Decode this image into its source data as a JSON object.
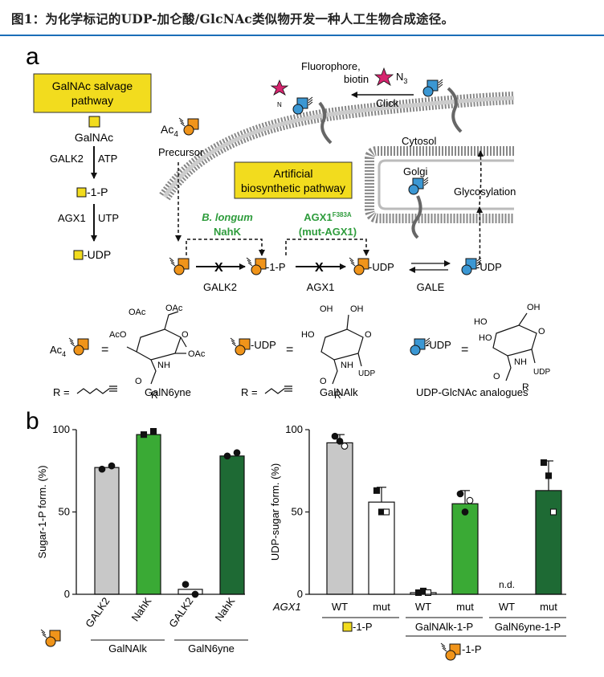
{
  "caption": "图1：为化学标记的UDP-加仑酸/GlcNAc类似物开发一种人工生物合成途径。",
  "panel_a": {
    "label": "a",
    "salvage_title_1": "GalNAc salvage",
    "salvage_title_2": "pathway",
    "galnac": "GalNAc",
    "galk2": "GALK2",
    "atp": "ATP",
    "p1": "-1-P",
    "agx1": "AGX1",
    "utp": "UTP",
    "udp": "-UDP",
    "ac4": "Ac",
    "ac4_sub": "4",
    "precursor": "Precursor",
    "fluor_1": "Fluorophore,",
    "fluor_2": "biotin",
    "n3": "N",
    "n3_sub": "3",
    "click": "Click",
    "cytosol": "Cytosol",
    "golgi": "Golgi",
    "glycosylation": "Glycosylation",
    "artificial_1": "Artificial",
    "artificial_2": "biosynthetic pathway",
    "blongum": "B. longum",
    "nahk": "NahK",
    "agx1_mut": "AGX1",
    "agx1_sup": "F383A",
    "mut_agx1": "(mut-AGX1)",
    "galk2_b": "GALK2",
    "agx1_b": "AGX1",
    "gale": "GALE",
    "p1_b": "-1-P",
    "udp_b": "-UDP",
    "udp_c": "-UDP",
    "eq": "=",
    "oac": "OAc",
    "aco": "AcO",
    "r": "R",
    "oh": "OH",
    "ho": "HO",
    "o": "O",
    "nh": "NH",
    "r_eq": "R =",
    "galn6yne": "GalN6yne",
    "galnalk": "GalNAlk",
    "udp_glcnac": "UDP-GlcNAc analogues",
    "x_mark": "X",
    "n_label": "N",
    "udp_label": "UDP"
  },
  "panel_b": {
    "label": "b"
  },
  "colors": {
    "yellow_box": "#f2dc1e",
    "orange": "#f0941a",
    "blue": "#3b97d3",
    "magenta": "#d6246e",
    "green_text": "#2e9c3c",
    "grey_bar": "#c8c8c8",
    "light_green": "#3aaa35",
    "dark_green": "#1e6a34",
    "caption_rule": "#1b6eb8"
  },
  "chart_data": [
    {
      "type": "bar",
      "title": "",
      "xlabel": "",
      "ylabel": "Sugar-1-P form. (%)",
      "ylim": [
        0,
        100
      ],
      "yticks": [
        "0",
        "50",
        "100"
      ],
      "categories": [
        "GALK2",
        "NahK",
        "GALK2",
        "NahK"
      ],
      "values": [
        77,
        97,
        3,
        84
      ],
      "bar_colors": [
        "#c8c8c8",
        "#3aaa35",
        "#ffffff",
        "#1e6a34"
      ],
      "groups": [
        {
          "label": "GalNAlk",
          "members": [
            0,
            1
          ]
        },
        {
          "label": "GalN6yne",
          "members": [
            2,
            3
          ]
        }
      ],
      "points": [
        [
          76,
          78
        ],
        [
          97,
          99
        ],
        [
          6,
          0
        ],
        [
          84,
          86
        ]
      ]
    },
    {
      "type": "bar",
      "title": "",
      "xlabel": "",
      "ylabel": "UDP-sugar form. (%)",
      "ylim": [
        0,
        100
      ],
      "yticks": [
        "0",
        "50",
        "100"
      ],
      "row_label": "AGX1",
      "categories": [
        "WT",
        "mut",
        "WT",
        "mut",
        "WT",
        "mut"
      ],
      "values": [
        92,
        56,
        1,
        55,
        0,
        63
      ],
      "errors": [
        5,
        9,
        1,
        8,
        0,
        18
      ],
      "bar_colors": [
        "#c8c8c8",
        "#ffffff",
        "#ffffff",
        "#3aaa35",
        "#ffffff",
        "#1e6a34"
      ],
      "na_label": "n.d.",
      "groups": [
        {
          "label": "-1-P",
          "members": [
            0,
            1
          ]
        },
        {
          "label": "GalNAlk-1-P",
          "members": [
            2,
            3
          ]
        },
        {
          "label": "GalN6yne-1-P",
          "members": [
            4,
            5
          ]
        }
      ],
      "super_label": "-1-P",
      "points": [
        [
          96,
          93,
          90
        ],
        [
          63,
          50,
          50
        ],
        [
          1,
          2,
          1
        ],
        [
          61,
          50,
          57
        ],
        [],
        [
          80,
          72,
          50
        ]
      ]
    }
  ]
}
